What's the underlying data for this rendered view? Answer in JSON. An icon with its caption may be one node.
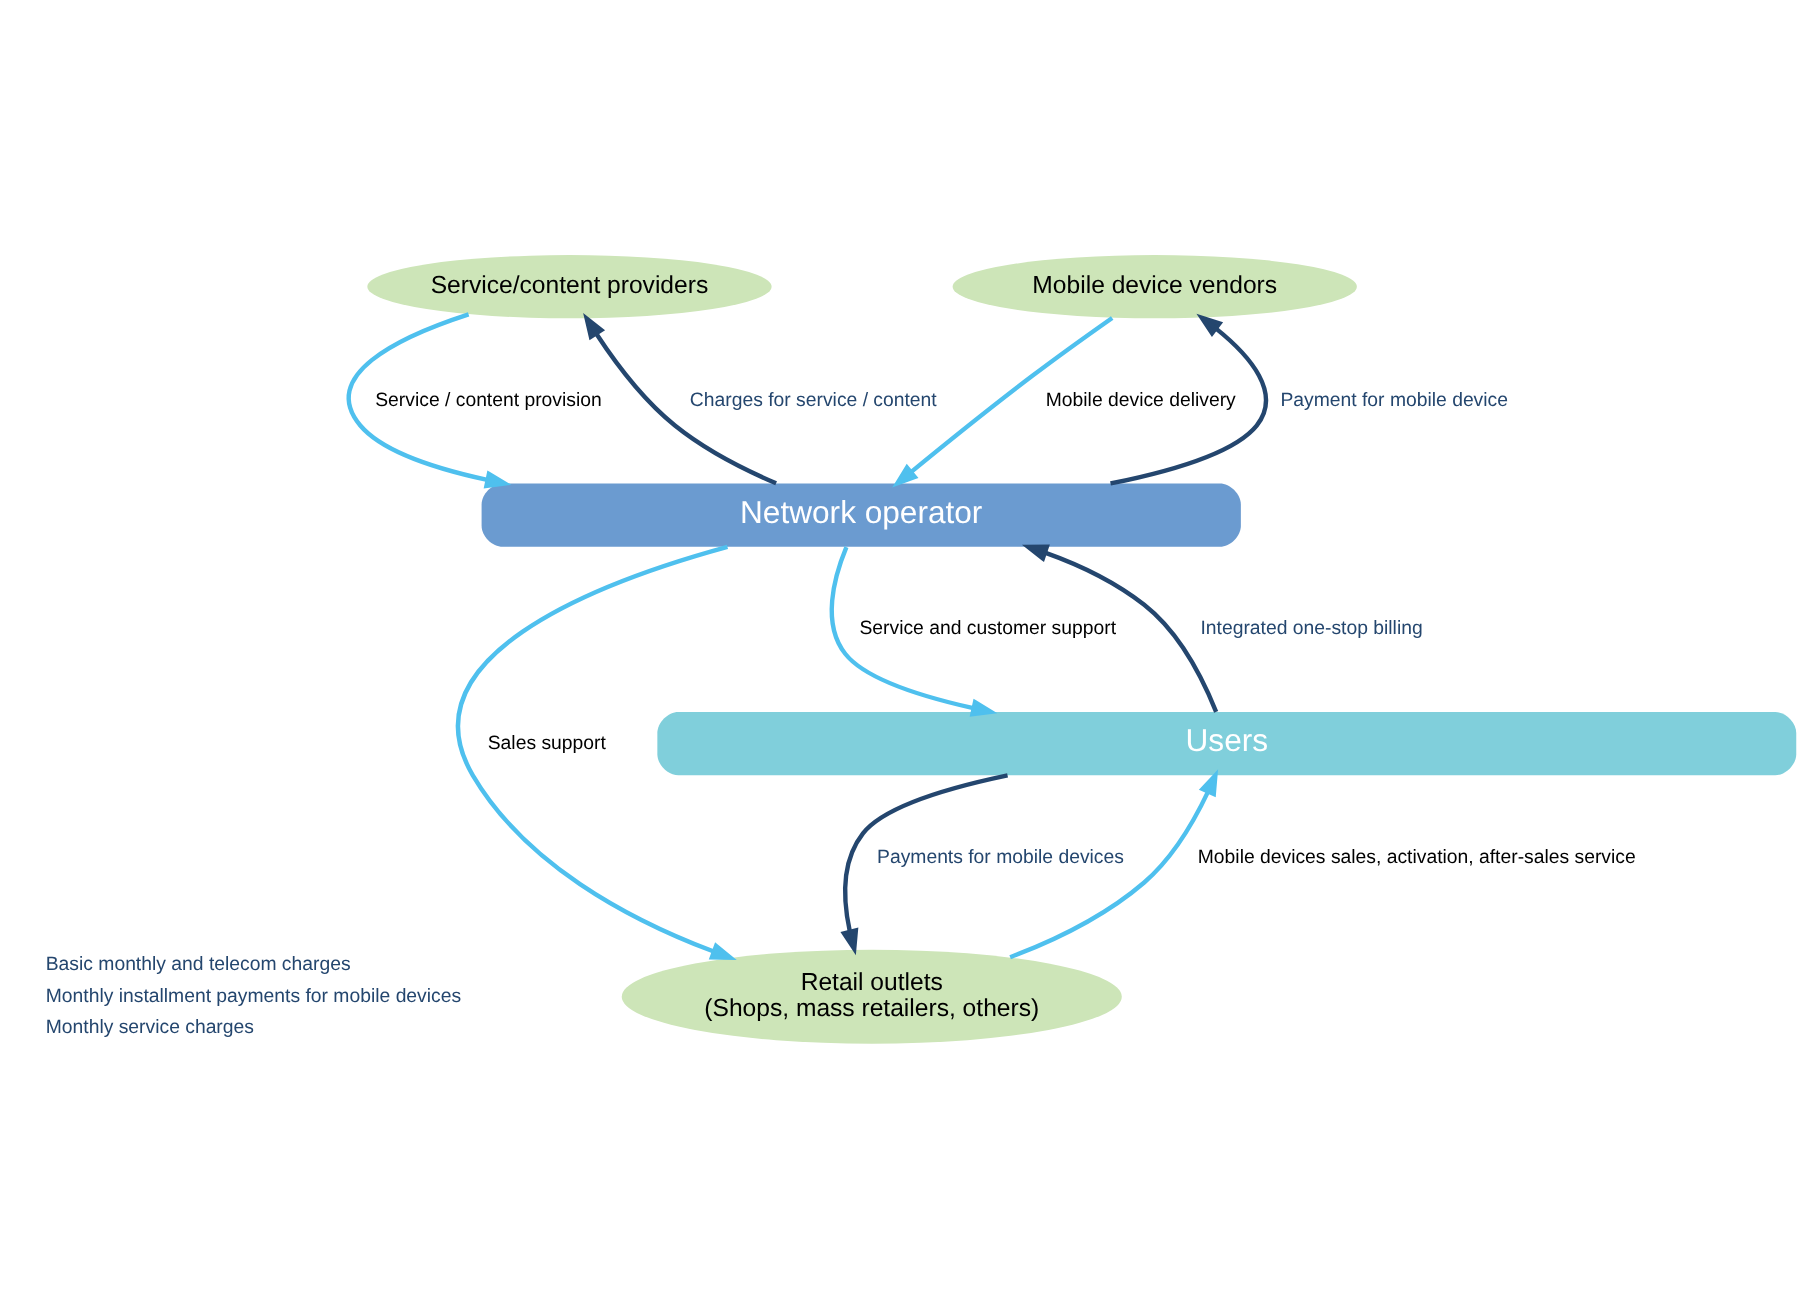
{
  "diagram": {
    "nodes": [
      {
        "text": [
          "Service/content providers"
        ]
      },
      {
        "text": [
          "Mobile device vendors"
        ]
      },
      {
        "text": [
          "Network operator"
        ]
      },
      {
        "text": [
          "Retail outlets",
          "(Shops, mass retailers, others)"
        ]
      },
      {
        "text": [
          "Users"
        ]
      }
    ],
    "edges": [
      {
        "from": 2,
        "to": 0,
        "arrow": "to",
        "label": "Charges for service / content",
        "color": "#24466e"
      },
      {
        "from": 0,
        "to": 2,
        "arrow": "to",
        "label": "Service / content provision"
      },
      {
        "from": 1,
        "to": 2,
        "arrow": "to",
        "label": "Mobile device delivery"
      },
      {
        "from": 2,
        "to": 1,
        "arrow": "to",
        "label": "Payment for mobile device",
        "color": "#24466e"
      },
      {
        "from": 4,
        "to": 2,
        "arrow": "to",
        "label": "Integrated one-stop billing",
        "color": "#24466e"
      },
      {
        "from": 2,
        "to": 3,
        "arrow": "to",
        "label": "Sales support"
      },
      {
        "from": 2,
        "to": 4,
        "arrow": "to",
        "label": "Service and customer support"
      },
      {
        "from": 4,
        "to": 3,
        "arrow": "to",
        "label": "Payments for mobile devices",
        "color": "#24466e"
      },
      {
        "from": 3,
        "to": 4,
        "arrow": "to",
        "label": "Mobile devices sales, activation, after-sales service"
      }
    ],
    "labels": [
      "Basic monthly and telecom charges",
      "Monthly installment payments for mobile devices",
      "Monthly service charges"
    ]
  }
}
